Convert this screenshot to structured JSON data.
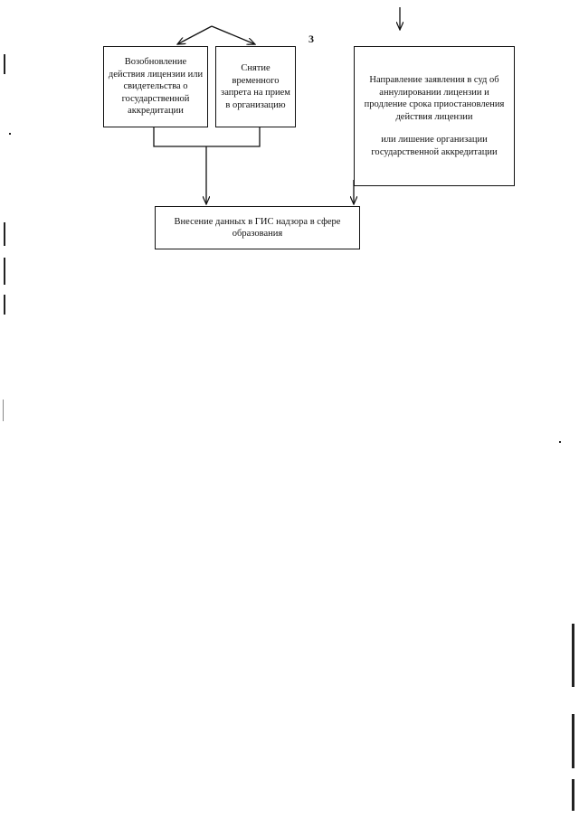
{
  "page_number": "3",
  "boxes": {
    "renewal": "Возобновление действия лицензии или свидетельства о государственной аккредитации",
    "lift_ban": "Снятие временного запрета на прием в организацию",
    "court_part1": "Направление заявления в суд об аннулировании лицензии  и продление срока приостановления действия лицензии",
    "court_part2": "или лишение организации государственной аккредитации",
    "gis": "Внесение данных в ГИС надзора в сфере образования"
  }
}
